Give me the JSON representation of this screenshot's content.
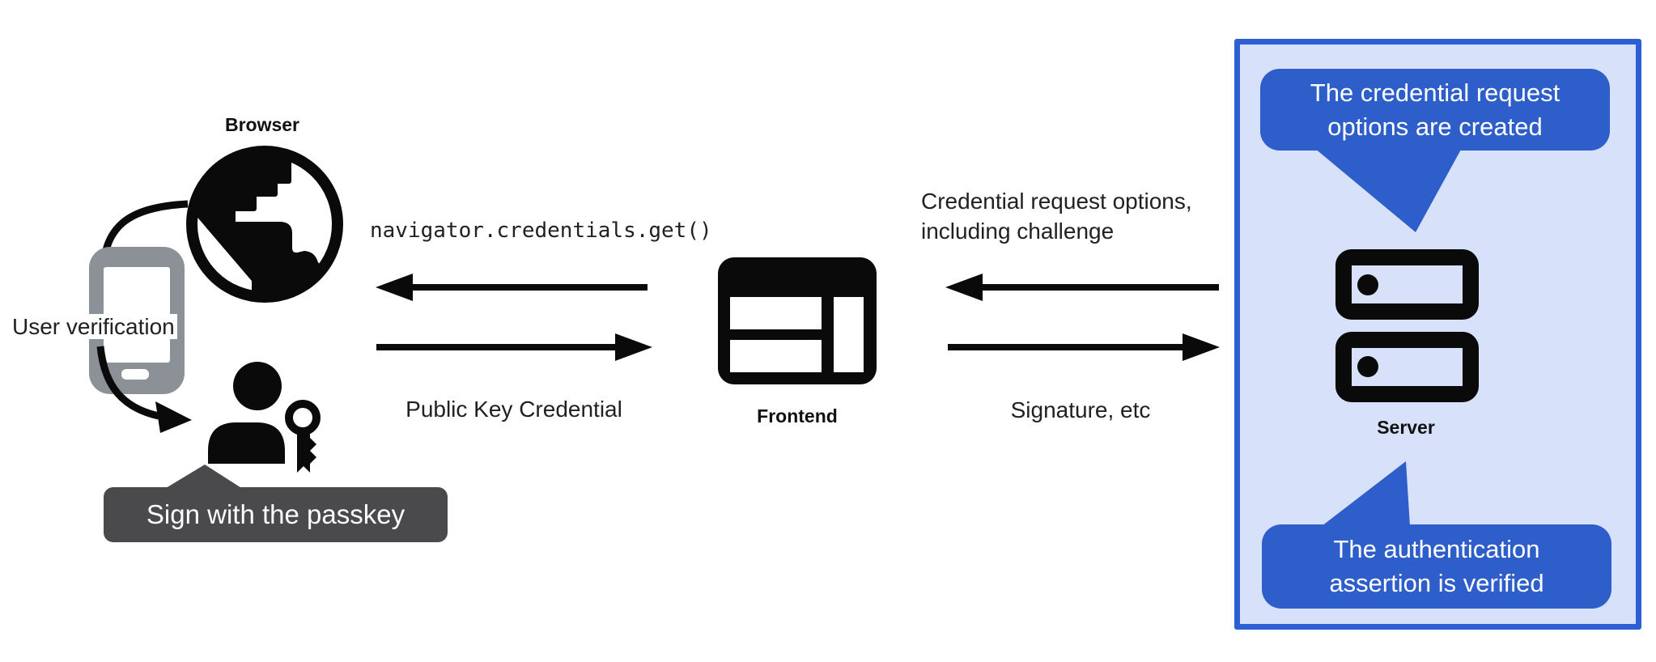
{
  "diagram": {
    "description": "Passkey authentication flow diagram",
    "browser": {
      "label": "Browser"
    },
    "user_verification": {
      "label": "User verification"
    },
    "passkey_tooltip": {
      "label": "Sign with the passkey"
    },
    "frontend": {
      "label": "Frontend"
    },
    "server": {
      "label": "Server"
    },
    "messages": {
      "get_call": "navigator.credentials.get()",
      "public_key_credential": "Public Key Credential",
      "credential_request_line1": "Credential request options,",
      "credential_request_line2": "including challenge",
      "signature": "Signature, etc"
    },
    "server_panel": {
      "bubble_top_line1": "The credential request",
      "bubble_top_line2": "options are created",
      "bubble_bottom_line1": "The authentication",
      "bubble_bottom_line2": "assertion is verified"
    },
    "icons": {
      "globe": "globe-icon",
      "phone": "phone-icon",
      "person": "person-icon",
      "key": "key-icon",
      "browser_window": "browser-window-icon",
      "server_stack": "server-stack-icon"
    },
    "colors": {
      "bubble_blue": "#2e5ec9",
      "panel_border_blue": "#2c5fd4",
      "panel_background": "#d7e1fa",
      "tooltip_gray": "#4a4a4c",
      "phone_gray": "#8b9197",
      "ink": "#0a0a0a",
      "text": "#202124"
    }
  }
}
